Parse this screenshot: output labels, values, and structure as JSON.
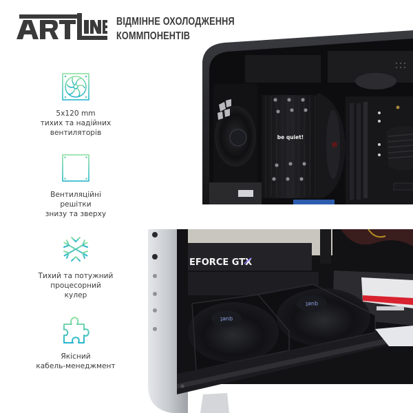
{
  "brand": {
    "logo_text": "ARTLINE",
    "logo_color": "#3a3a3a"
  },
  "header": {
    "title_line1": "ВІДМІННЕ ОХОЛОДЖЕННЯ",
    "title_line2": "КОММПОНЕНТІВ"
  },
  "features": [
    {
      "icon": "fan-icon",
      "lines": [
        "5x120 mm",
        "тихих та надійних",
        "вентиляторів"
      ]
    },
    {
      "icon": "vent-grille-icon",
      "lines": [
        "Вентиляційні",
        "решітки",
        "знизу та зверху"
      ]
    },
    {
      "icon": "snowflake-icon",
      "lines": [
        "Тихий та потужний",
        "процесорний",
        "кулер"
      ]
    },
    {
      "icon": "puzzle-icon",
      "lines": [
        "Якісний",
        "кабель-менеджмент"
      ]
    }
  ],
  "icon_gradient": {
    "top": "#8fe0a0",
    "bottom": "#25b5cc"
  },
  "photos": {
    "top": {
      "cooler_label": "be quiet!"
    },
    "bottom": {
      "gpu_label": "EFORCE GTX",
      "fan_label": "quet"
    }
  }
}
